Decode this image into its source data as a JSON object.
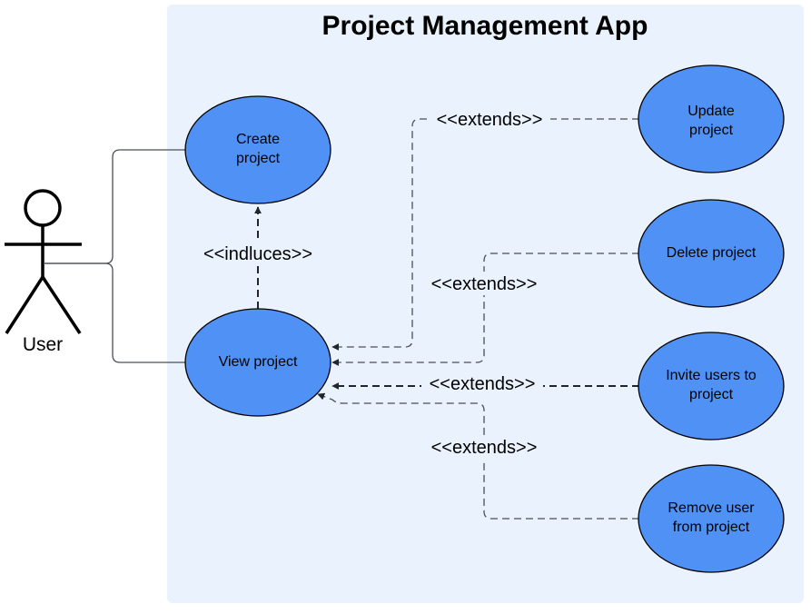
{
  "title": "Project Management App",
  "actor": {
    "label": "User"
  },
  "use_cases": {
    "create": [
      "Create",
      "project"
    ],
    "view": [
      "View project"
    ],
    "update": [
      "Update",
      "project"
    ],
    "delete": [
      "Delete project"
    ],
    "invite": [
      "Invite users to",
      "project"
    ],
    "remove": [
      "Remove user",
      "from project"
    ]
  },
  "relations": {
    "includes": "<<indluces>>",
    "extends_update": "<<extends>>",
    "extends_delete": "<<extends>>",
    "extends_invite": "<<extends>>",
    "extends_remove": "<<extends>>"
  },
  "colors": {
    "system_bg": "#eaf2fd",
    "use_case_fill": "#4f91f5"
  }
}
